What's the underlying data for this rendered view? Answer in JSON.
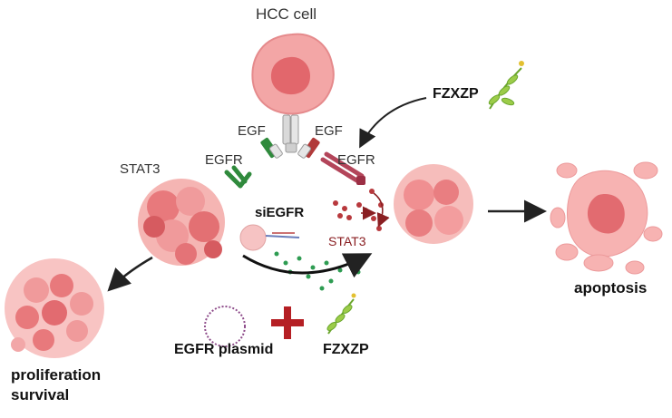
{
  "labels": {
    "hcc_cell": "HCC cell",
    "egf_left": "EGF",
    "egf_right": "EGF",
    "egfr_left": "EGFR",
    "egfr_right": "EGFR",
    "stat3_left": "STAT3",
    "stat3_center": "STAT3",
    "sipegfr": "siEGFR",
    "fzxzp_top": "FZXZP",
    "fzxzp_bottom": "FZXZP",
    "egfr_plasmid": "EGFR plasmid",
    "apoptosis": "apoptosis",
    "proliferation": "proliferation",
    "survival": "survival"
  },
  "colors": {
    "cell_light": "#f4a9a8",
    "cell_mid": "#e8787a",
    "cell_dark": "#d65b60",
    "stat3_dot": "#b8393d",
    "receptor_green": "#2f8a3c",
    "receptor_red": "#b13a3a",
    "plus_red": "#b51f24",
    "herb_green": "#6aa62c",
    "si_dot": "#2e9c52"
  }
}
